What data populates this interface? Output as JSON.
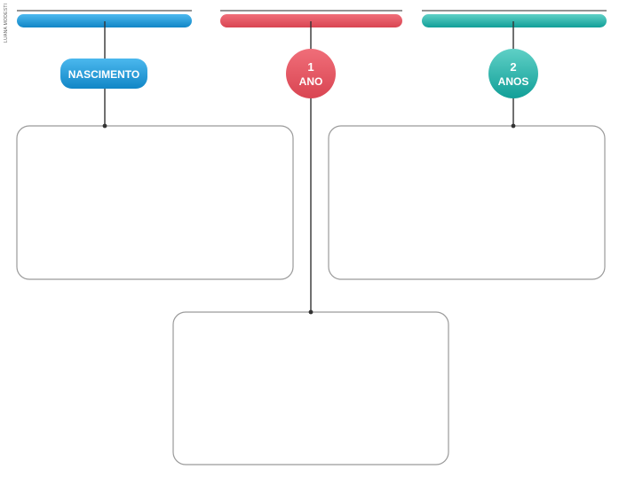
{
  "credit_text": "LUANA MODESTI",
  "colors": {
    "blue": "#1592d4",
    "red": "#e2525e",
    "teal": "#12aaa3",
    "line": "#333333",
    "box_border": "#9a9a9a"
  },
  "milestones": [
    {
      "label": "NASCIMENTO",
      "line1": "",
      "line2": ""
    },
    {
      "label": "",
      "line1": "1",
      "line2": "ANO"
    },
    {
      "label": "",
      "line1": "2",
      "line2": "ANOS"
    }
  ],
  "boxes": [
    {
      "text": ""
    },
    {
      "text": ""
    },
    {
      "text": ""
    }
  ]
}
